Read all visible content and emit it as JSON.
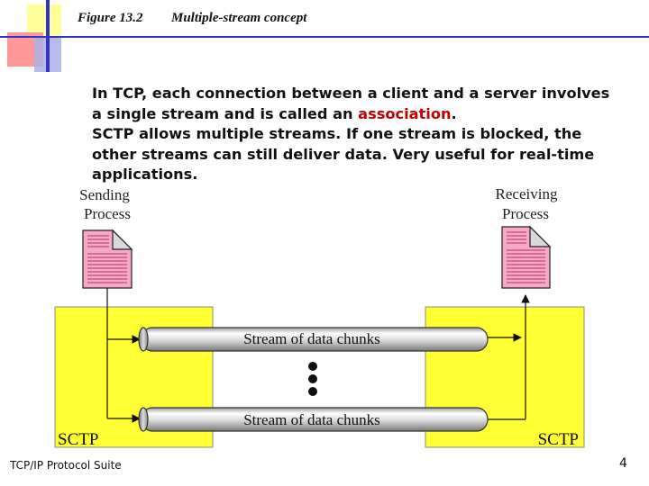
{
  "figure": {
    "number": "Figure 13.2",
    "caption": "Multiple-stream concept"
  },
  "body_text": {
    "line1": "In TCP, each connection between a client and a server involves",
    "line2_pre": "a single stream and is called an ",
    "line2_highlight": "association",
    "line2_post": ".",
    "line3": "SCTP allows multiple streams.  If one stream is blocked, the",
    "line4": "other streams can still deliver data.  Very useful for real-time",
    "line5": "applications."
  },
  "diagram": {
    "sending_line1": "Sending",
    "sending_line2": "Process",
    "receiving_line1": "Receiving",
    "receiving_line2": "Process",
    "left_sctp": "SCTP",
    "right_sctp": "SCTP",
    "stream1": "Stream of data chunks",
    "stream2": "Stream of data chunks"
  },
  "colors": {
    "sctp_box": "#ffff33",
    "document": "#f5a8c8",
    "highlight": "#c00000",
    "deco_yellow": "#ffff99",
    "deco_pink": "#ff9999",
    "deco_blue": "#3333cc"
  },
  "footer": {
    "left": "TCP/IP Protocol Suite",
    "page": "4"
  }
}
